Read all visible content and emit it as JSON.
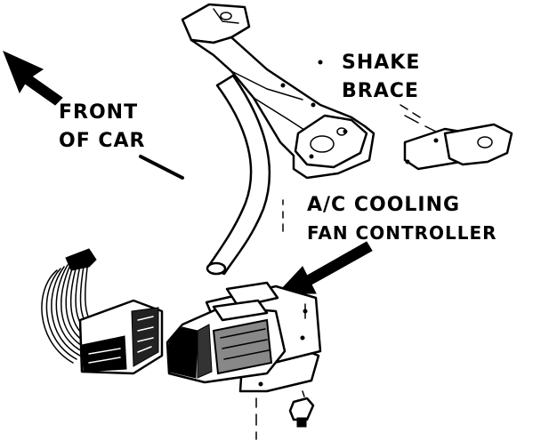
{
  "labels": {
    "front_line1": "FRONT",
    "front_line2": "OF CAR",
    "shake_line1": "SHAKE",
    "shake_line2": "BRACE",
    "fan_line1": "A/C COOLING",
    "fan_line2": "FAN CONTROLLER"
  },
  "colors": {
    "ink": "#000000",
    "paper": "#ffffff"
  },
  "icons": {
    "direction_arrow": "arrow-up-left-icon"
  }
}
